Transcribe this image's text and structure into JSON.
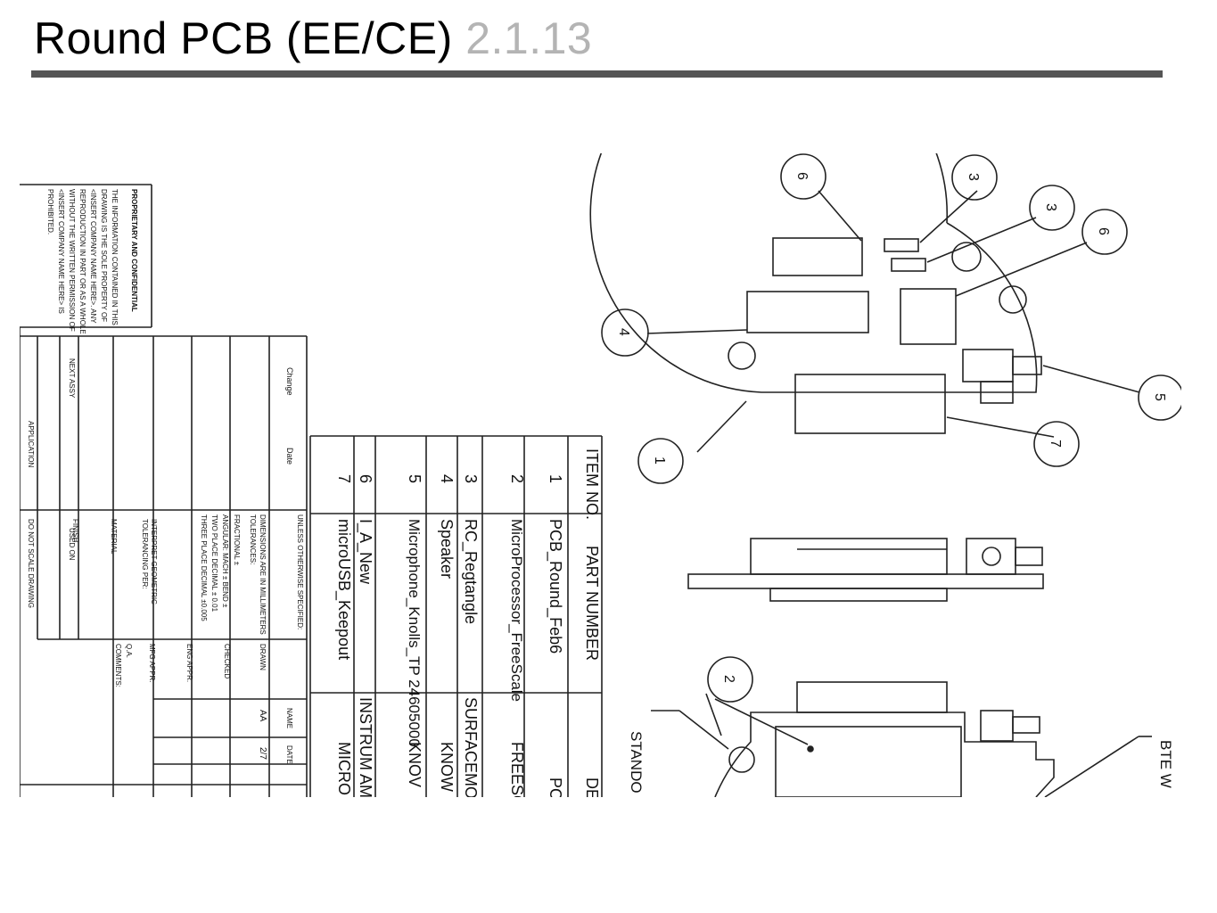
{
  "slide": {
    "title": "Round PCB (EE/CE)",
    "number": "2.1.13"
  },
  "title_block": {
    "proprietary_heading": "PROPRIETARY AND CONFIDENTIAL",
    "proprietary_lines": [
      "THE INFORMATION CONTAINED IN THIS",
      "DRAWING IS THE SOLE PROPERTY OF",
      "<INSERT COMPANY NAME HERE>. ANY",
      "REPRODUCTION IN PART OR AS A WHOLE",
      "WITHOUT THE WRITTEN PERMISSION OF",
      "<INSERT COMPANY NAME HERE> IS",
      "PROHIBITED."
    ],
    "next_assy": "NEXT ASSY",
    "used_on": "USED ON",
    "application": "APPLICATION",
    "do_not_scale": "DO NOT SCALE DRAWING",
    "change": "Change",
    "date": "Date",
    "unless_otherwise": "UNLESS OTHERWISE SPECIFIED:",
    "tolerance_lines": [
      "DIMENSIONS ARE IN MILLIMETERS",
      "TOLERANCES:",
      "FRACTIONAL ±",
      "ANGULAR: MACH ±  BEND ±",
      "TWO PLACE DECIMAL   ± 0.01",
      "THREE PLACE DECIMAL  ±0.005"
    ],
    "interpret": "INTERPRET GEOMETRIC",
    "tolerancing": "TOLERANCING PER:",
    "material": "MATERIAL",
    "finish": "FINISH",
    "drawn": "DRAWN",
    "checked": "CHECKED",
    "eng_appr": "ENG APPR.",
    "mfg_appr": "MFG APPR.",
    "qa": "Q.A.",
    "comments": "COMMENTS:",
    "name_hdr": "NAME",
    "date_hdr": "DATE",
    "drawn_name": "AA",
    "drawn_date": "2/7"
  },
  "bom": {
    "headers": [
      "ITEM NO.",
      "PART NUMBER",
      "DE"
    ],
    "rows": [
      {
        "item": "1",
        "part": "PCB_Round_Feb6",
        "desc": "PC"
      },
      {
        "item": "2",
        "part": "MicroProcessor_FreeScale",
        "desc": "FREESC"
      },
      {
        "item": "3",
        "part": "RC_Regtangle",
        "desc": "SURFACEMOU"
      },
      {
        "item": "4",
        "part": "Speaker",
        "desc": "KNOW"
      },
      {
        "item": "5",
        "part": "Microphone_Knolls_TP 24605000",
        "desc": "KNOV"
      },
      {
        "item": "6",
        "part": "I_A_New",
        "desc": "INSTRUM AMP"
      },
      {
        "item": "7",
        "part": "microUSB_Keepout",
        "desc": "MICRO"
      }
    ]
  },
  "views": {
    "top_balloons": [
      "6",
      "3",
      "3",
      "6",
      "4",
      "5",
      "7",
      "1"
    ],
    "iso_balloon": "2",
    "standoff_label": "STANDO",
    "bte_label": "BTE W"
  }
}
